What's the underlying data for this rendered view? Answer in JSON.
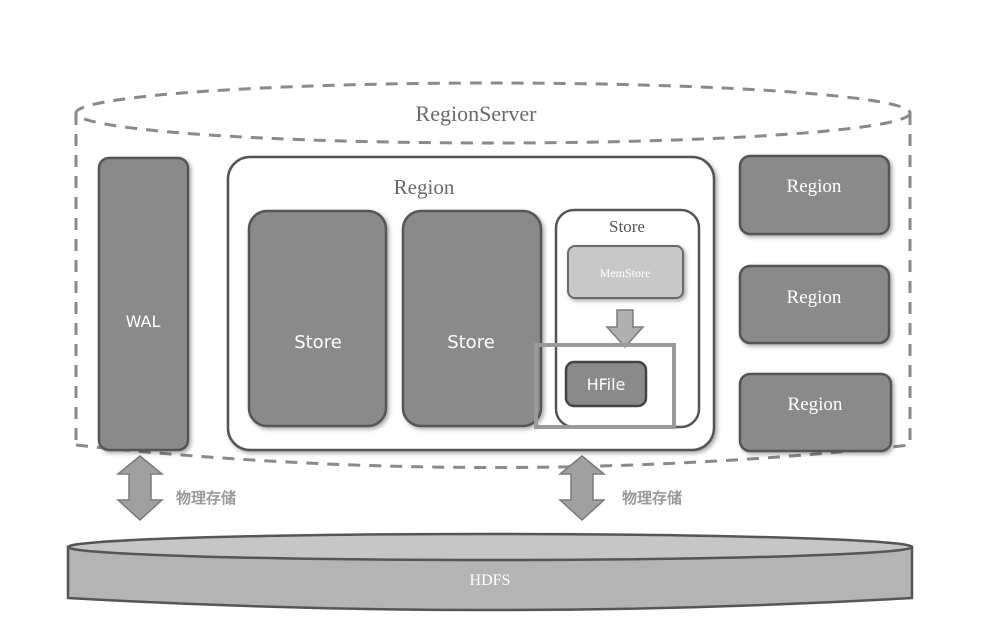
{
  "diagram": {
    "server_label": "RegionServer",
    "wal_label": "WAL",
    "region_label": "Region",
    "store_labels": [
      "Store",
      "Store"
    ],
    "inner_store_label": "Store",
    "memstore_label": "MemStore",
    "hfile_label": "HFile",
    "side_regions": [
      "Region",
      "Region",
      "Region"
    ],
    "storage_labels": [
      "物理存储",
      "物理存储"
    ],
    "hdfs_label": "HDFS"
  },
  "colors": {
    "dark_box": "#8a8a8a",
    "light_box": "#c8c8c8",
    "hdfs_fill": "#b4b4b4",
    "outline": "#555555",
    "arrow": "#a0a0a0",
    "hfile_frame": "#9a9a9a"
  }
}
